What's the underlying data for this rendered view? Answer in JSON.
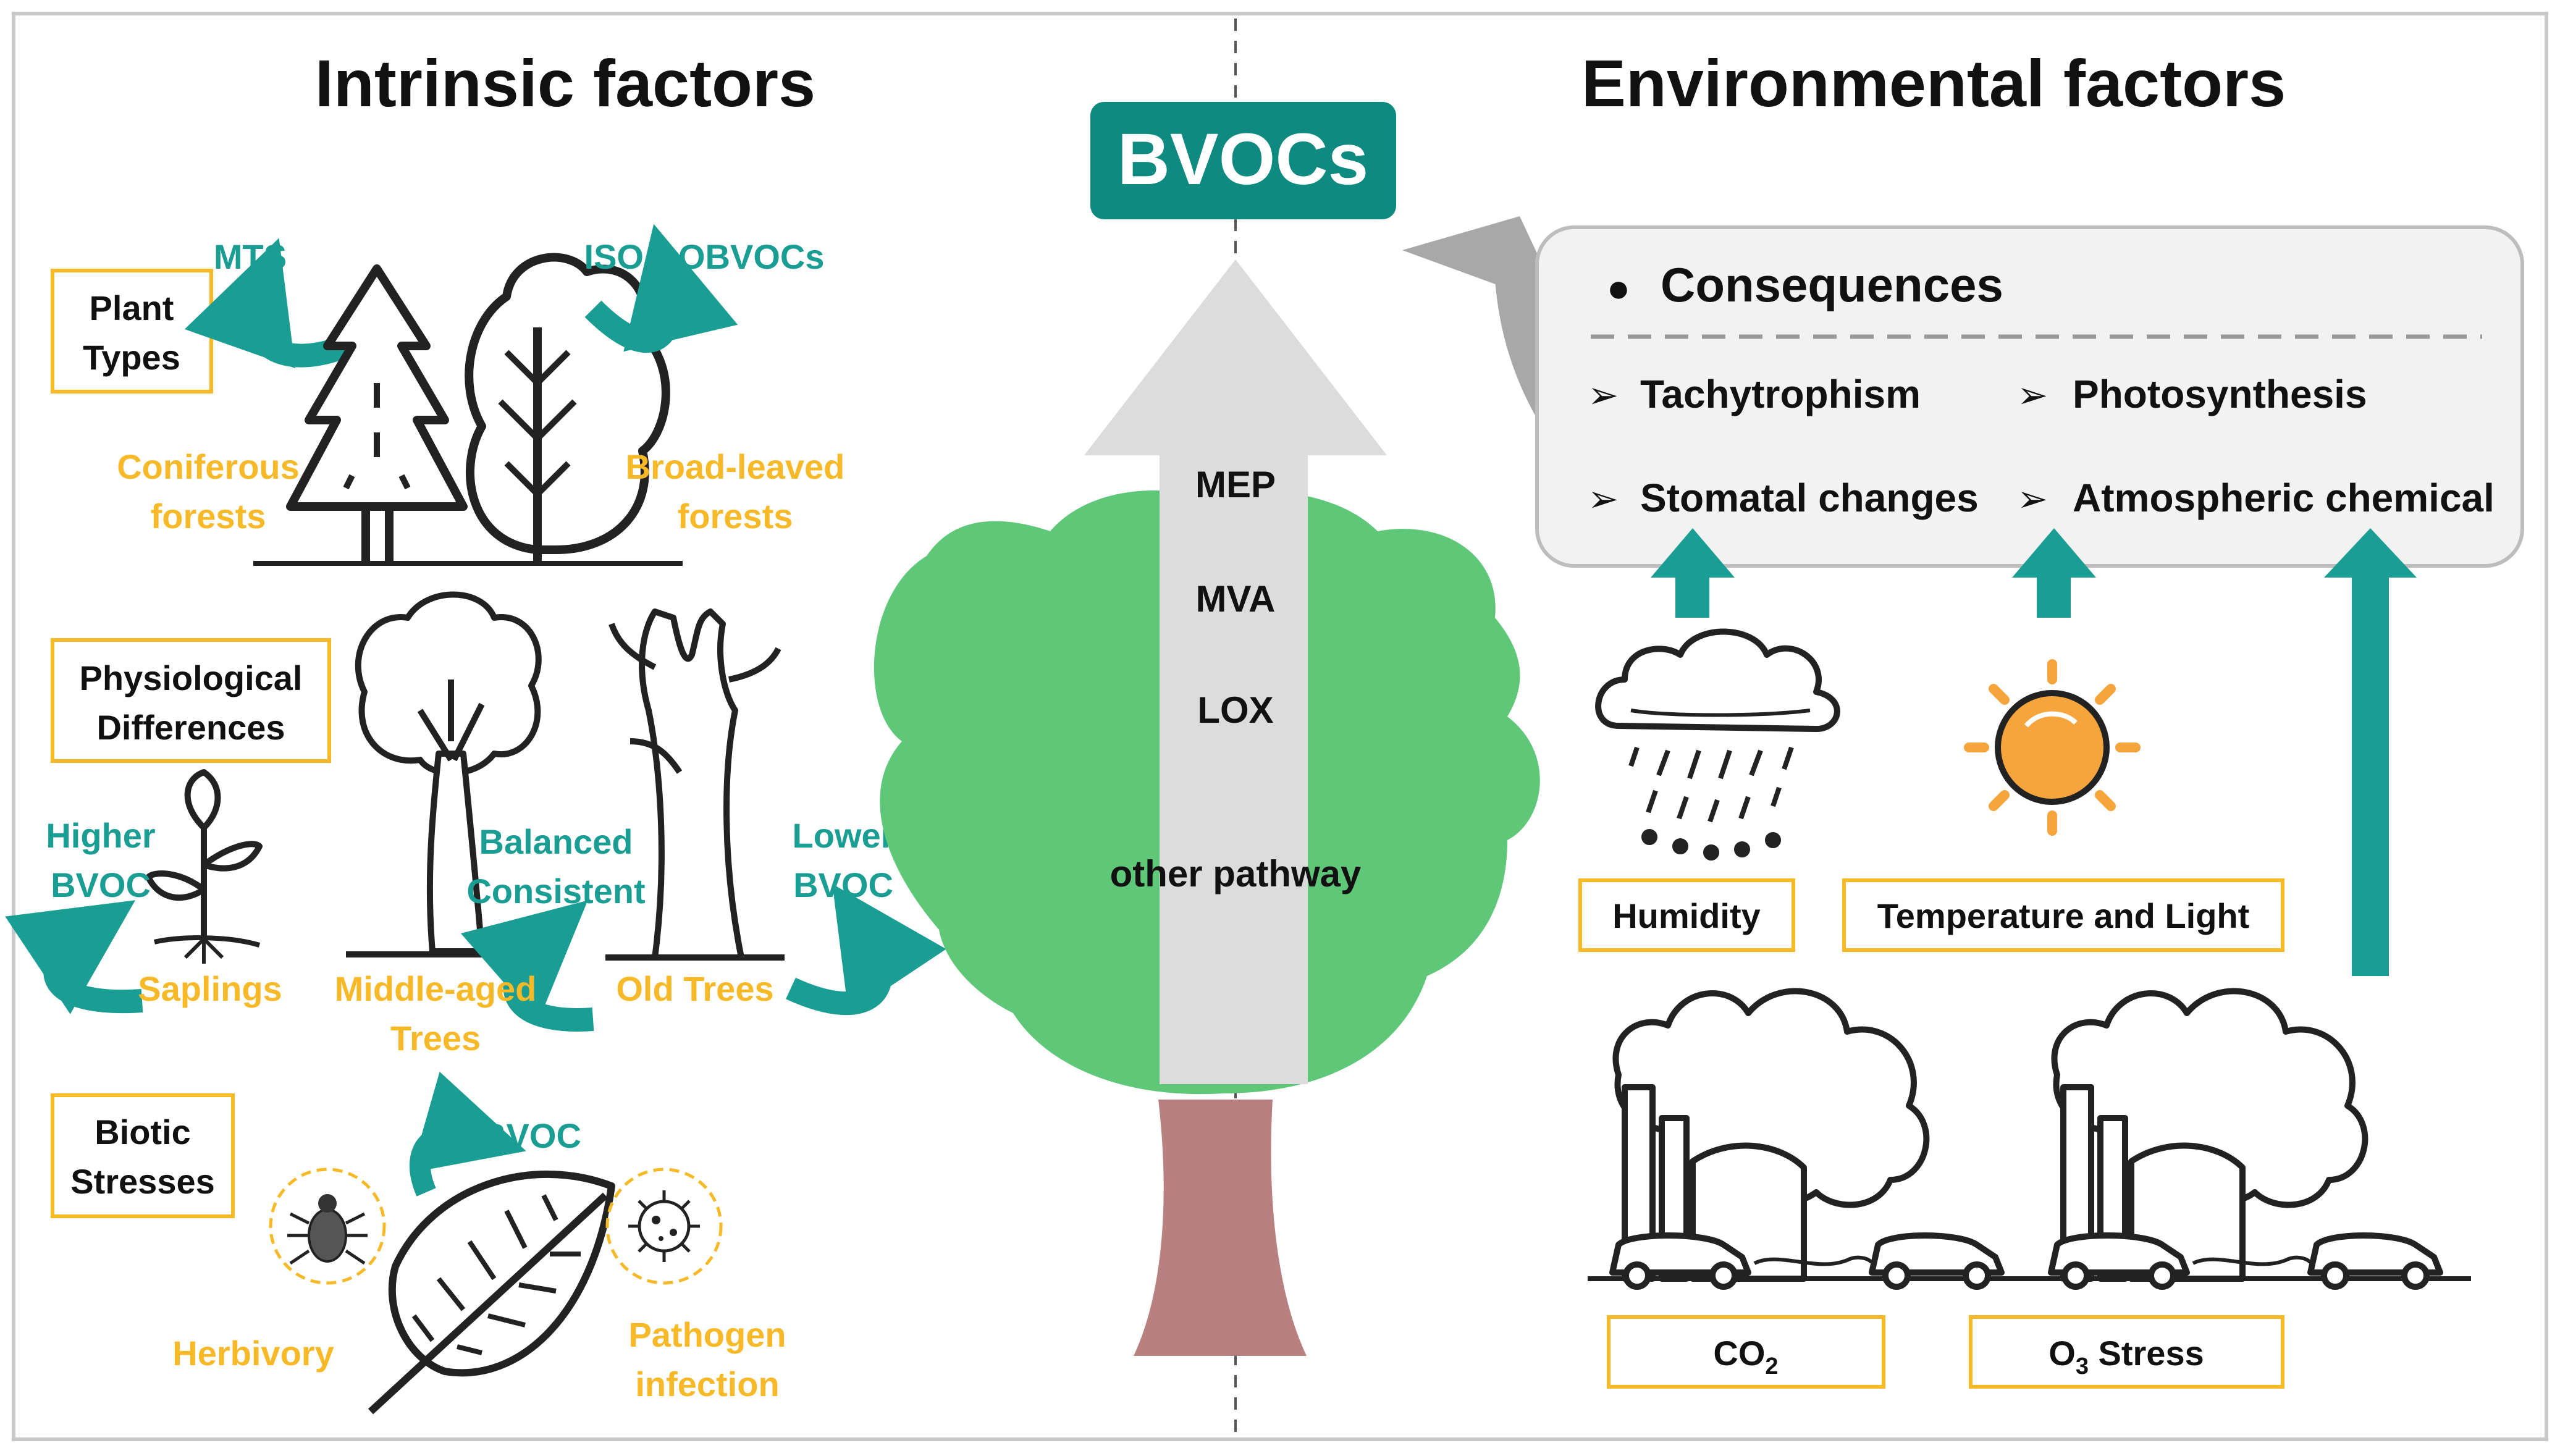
{
  "colors": {
    "teal": "#1a9d93",
    "teal_dark": "#0e8a80",
    "orange": "#f7b928",
    "green_canopy": "#5ec778",
    "trunk": "#b8817f",
    "arrow_gray": "#dcdcdc",
    "box_bg": "#f2f2f2"
  },
  "left": {
    "heading": "Intrinsic factors",
    "plant_types": {
      "label_line1": "Plant",
      "label_line2": "Types",
      "mts": "MTS",
      "iso": "ISO、OBVOCs",
      "coniferous_line1": "Coniferous",
      "coniferous_line2": "forests",
      "broadleaved_line1": "Broad-leaved",
      "broadleaved_line2": "forests"
    },
    "physiological": {
      "label_line1": "Physiological",
      "label_line2": "Differences",
      "higher_line1": "Higher",
      "higher_line2": "BVOC",
      "balanced_line1": "Balanced",
      "balanced_line2": "Consistent",
      "lower_line1": "Lower",
      "lower_line2": "BVOC",
      "saplings": "Saplings",
      "middle_line1": "Middle-aged",
      "middle_line2": "Trees",
      "old_trees": "Old Trees"
    },
    "biotic": {
      "label_line1": "Biotic",
      "label_line2": "Stresses",
      "bvoc": "BVOC",
      "herbivory": "Herbivory",
      "pathogen_line1": "Pathogen",
      "pathogen_line2": "infection"
    }
  },
  "center": {
    "title": "BVOCs",
    "pathways": [
      "MEP",
      "MVA",
      "LOX",
      "other pathway"
    ]
  },
  "right": {
    "heading": "Environmental factors",
    "consequences": {
      "title": "Consequences",
      "bullet": "●",
      "marker": "➢",
      "items": [
        "Tachytrophism",
        "Photosynthesis",
        "Stomatal changes",
        "Atmospheric chemical"
      ]
    },
    "humidity": "Humidity",
    "temp_light": "Temperature and Light",
    "co2": {
      "main": "CO",
      "sub": "2"
    },
    "o3": {
      "main": "O",
      "sub": "3",
      "rest": " Stress"
    }
  }
}
